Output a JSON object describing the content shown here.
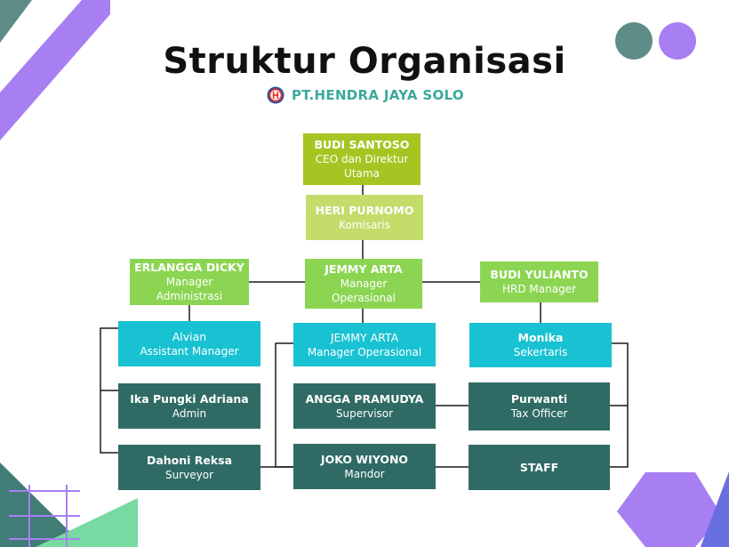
{
  "header": {
    "title": "Struktur Organisasi",
    "company": "PT.HENDRA JAYA SOLO",
    "logo_icon": "company-logo-h-icon"
  },
  "colors": {
    "top": "#a6c522",
    "second": "#c3dc6a",
    "managers": "#8bd552",
    "assistants": "#19c2d2",
    "staff": "#2f6b64",
    "accent_teal": "#5e8c87",
    "accent_purple": "#a87ff3"
  },
  "org": {
    "ceo": {
      "name": "BUDI SANTOSO",
      "role_line1": "CEO dan Direktur",
      "role_line2": "Utama"
    },
    "komisaris": {
      "name": "HERI PURNOMO",
      "role": "Komisaris"
    },
    "admin_manager": {
      "name": "ERLANGGA DICKY",
      "role_line1": "Manager",
      "role_line2": "Administrasi"
    },
    "ops_manager": {
      "name": "JEMMY ARTA",
      "role_line1": "Manager",
      "role_line2": "Operasional"
    },
    "hrd_manager": {
      "name": "BUDI YULIANTO",
      "role": "HRD Manager"
    },
    "assistant_manager": {
      "name": "Alvian",
      "role": "Assistant Manager"
    },
    "ops_manager_2": {
      "name": "JEMMY ARTA",
      "role": "Manager Operasional"
    },
    "secretary": {
      "name": "Monika",
      "role": "Sekertaris"
    },
    "admin": {
      "name": "Ika Pungki Adriana",
      "role": "Admin"
    },
    "supervisor": {
      "name": "ANGGA PRAMUDYA",
      "role": "Supervisor"
    },
    "tax_officer": {
      "name": "Purwanti",
      "role": "Tax Officer"
    },
    "surveyor": {
      "name": "Dahoni Reksa",
      "role": "Surveyor"
    },
    "mandor": {
      "name": "JOKO WIYONO",
      "role": "Mandor"
    },
    "staff": {
      "name": "STAFF"
    }
  }
}
